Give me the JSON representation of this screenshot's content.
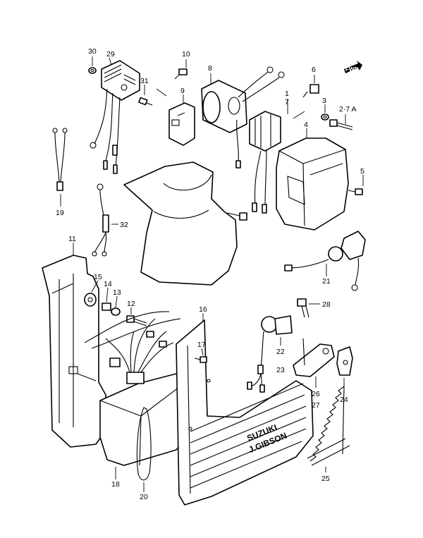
{
  "callouts": {
    "c1": "1",
    "c2_7a": "2·7 A",
    "c3": "3",
    "c4": "4",
    "c5": "5",
    "c6": "6",
    "c7": "7",
    "c8": "8",
    "c9": "9",
    "c10": "10",
    "c11": "11",
    "c12": "12",
    "c13": "13",
    "c14": "14",
    "c15": "15",
    "c16": "16",
    "c17": "17",
    "c18": "18",
    "c19": "19",
    "c20": "20",
    "c21": "21",
    "c22": "22",
    "c23": "23",
    "c24": "24",
    "c25": "25",
    "c26": "26",
    "c27": "27",
    "c28": "28",
    "c29": "29",
    "c30": "30",
    "c31": "31",
    "c32": "32"
  },
  "cover": {
    "brand_line1": "SUZUKI",
    "brand_line2": "J.GIBSON"
  },
  "fwd_arrow": {
    "label": "FWD",
    "icon": "forward-arrow-icon"
  }
}
